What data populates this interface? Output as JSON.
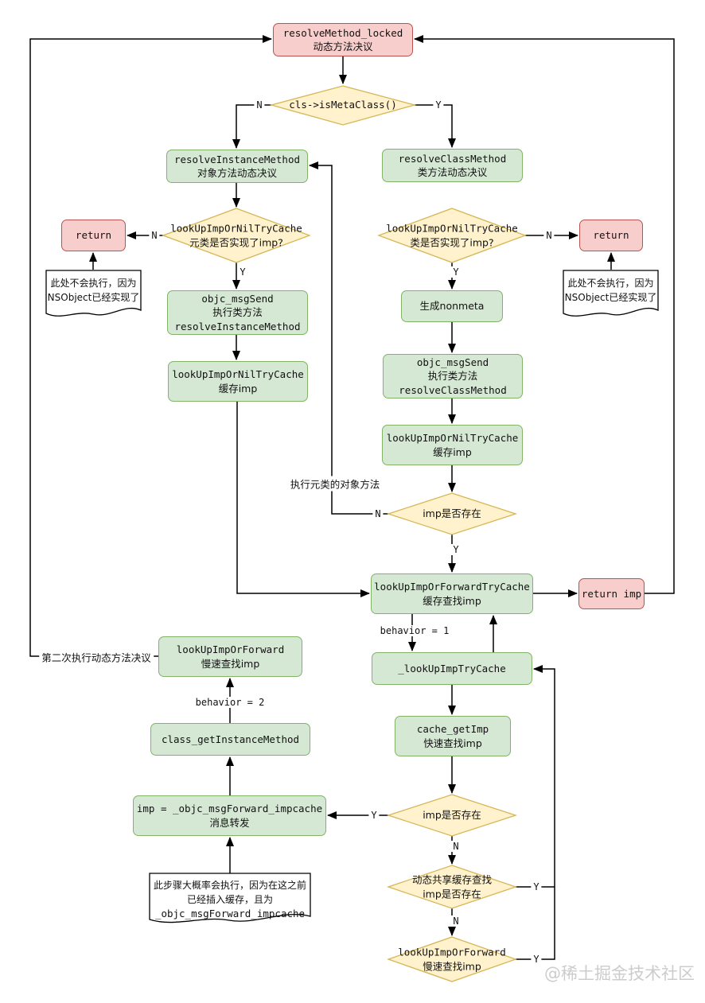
{
  "nodes": {
    "resolve_method_locked": [
      "resolveMethod_locked",
      "动态方法决议"
    ],
    "is_meta_class": [
      "cls->isMetaClass()"
    ],
    "resolve_instance_method": [
      "resolveInstanceMethod",
      "对象方法动态决议"
    ],
    "resolve_class_method": [
      "resolveClassMethod",
      "类方法动态决议"
    ],
    "lookup_nil_meta": [
      "lookUpImpOrNilTryCache",
      "元类是否实现了imp?"
    ],
    "lookup_nil_class": [
      "lookUpImpOrNilTryCache",
      "类是否实现了imp?"
    ],
    "return_left": [
      "return"
    ],
    "return_right": [
      "return"
    ],
    "note_left": [
      "此处不会执行，因为",
      "NSObject已经实现了"
    ],
    "note_right": [
      "此处不会执行，因为",
      "NSObject已经实现了"
    ],
    "msgsend_instance": [
      "objc_msgSend",
      "执行类方法",
      "resolveInstanceMethod"
    ],
    "lookup_cache_left": [
      "lookUpImpOrNilTryCache",
      "缓存imp"
    ],
    "gen_nonmeta": [
      "生成nonmeta"
    ],
    "msgsend_class": [
      "objc_msgSend",
      "执行类方法",
      "resolveClassMethod"
    ],
    "lookup_cache_right": [
      "lookUpImpOrNilTryCache",
      "缓存imp"
    ],
    "imp_exists_mid": [
      "imp是否存在"
    ],
    "lookup_forward_try_cache": [
      "lookUpImpOrForwardTryCache",
      "缓存查找imp"
    ],
    "return_imp": [
      "return imp"
    ],
    "lookup_imp_try_cache": [
      "_lookUpImpTryCache"
    ],
    "lookup_forward_slow": [
      "lookUpImpOrForward",
      "慢速查找imp"
    ],
    "class_get_instance_method": [
      "class_getInstanceMethod"
    ],
    "cache_get_imp": [
      "cache_getImp",
      "快速查找imp"
    ],
    "imp_exists_bottom": [
      "imp是否存在"
    ],
    "msg_forward": [
      "imp = _objc_msgForward_impcache",
      "消息转发"
    ],
    "note_bottom": [
      "此步骤大概率会执行，因为在这之前",
      "已经插入缓存，且为",
      "_objc_msgForward_impcache"
    ],
    "shared_cache_lookup": [
      "动态共享缓存查找",
      "imp是否存在"
    ],
    "lookup_forward_diamond": [
      "lookUpImpOrForward",
      "慢速查找imp"
    ]
  },
  "edge_labels": {
    "n": "N",
    "y": "Y",
    "behavior1": "behavior = 1",
    "behavior2": "behavior = 2",
    "exec_meta_object_method": "执行元类的对象方法",
    "second_resolution": "第二次执行动态方法决议"
  },
  "watermark": "@稀土掘金技术社区",
  "colors": {
    "process_fill": "#d5e8d4",
    "process_border": "#82b366",
    "terminal_fill": "#f8cecc",
    "terminal_border": "#b85450",
    "decision_fill": "#fff2cc",
    "decision_border": "#d6b656",
    "note_fill": "#ffffff",
    "note_border": "#000000",
    "line": "#000000",
    "watermark_text": "#cccccc"
  }
}
